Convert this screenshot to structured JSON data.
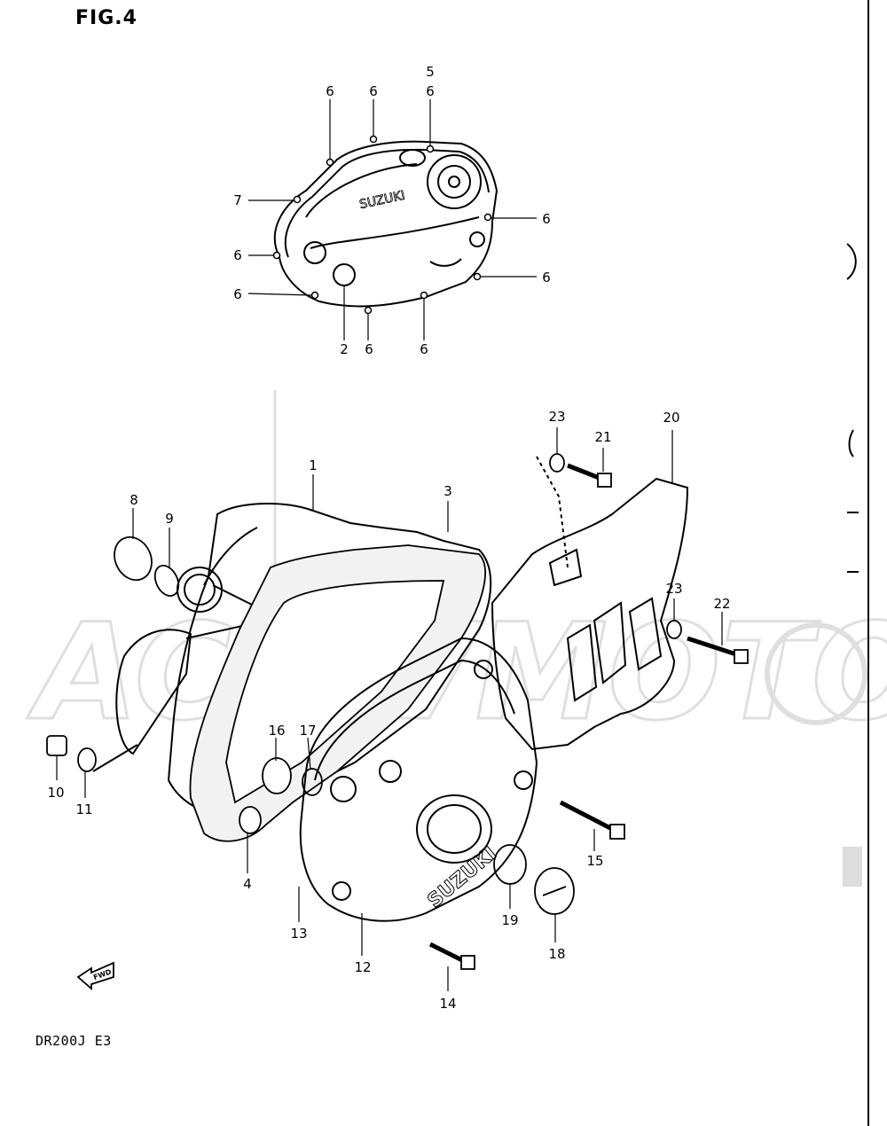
{
  "figure": {
    "title": "FIG.4",
    "model_code": "DR200J E3"
  },
  "logo": {
    "brand": "SUZUKI"
  },
  "fwd_label": "FWD",
  "watermark": {
    "text": "ACTIVMOTO"
  },
  "callouts": [
    {
      "id": "c5",
      "label": "5"
    },
    {
      "id": "c6a",
      "label": "6"
    },
    {
      "id": "c6b",
      "label": "6"
    },
    {
      "id": "c6c",
      "label": "6"
    },
    {
      "id": "c7",
      "label": "7"
    },
    {
      "id": "c6d",
      "label": "6"
    },
    {
      "id": "c6e",
      "label": "6"
    },
    {
      "id": "c6f",
      "label": "6"
    },
    {
      "id": "c6g",
      "label": "6"
    },
    {
      "id": "c2",
      "label": "2"
    },
    {
      "id": "c6h",
      "label": "6"
    },
    {
      "id": "c6i",
      "label": "6"
    },
    {
      "id": "c1",
      "label": "1"
    },
    {
      "id": "c3",
      "label": "3"
    },
    {
      "id": "c8",
      "label": "8"
    },
    {
      "id": "c9",
      "label": "9"
    },
    {
      "id": "c10",
      "label": "10"
    },
    {
      "id": "c11",
      "label": "11"
    },
    {
      "id": "c16",
      "label": "16"
    },
    {
      "id": "c17",
      "label": "17"
    },
    {
      "id": "c4",
      "label": "4"
    },
    {
      "id": "c13",
      "label": "13"
    },
    {
      "id": "c12",
      "label": "12"
    },
    {
      "id": "c19",
      "label": "19"
    },
    {
      "id": "c18",
      "label": "18"
    },
    {
      "id": "c14",
      "label": "14"
    },
    {
      "id": "c15",
      "label": "15"
    },
    {
      "id": "c20",
      "label": "20"
    },
    {
      "id": "c21",
      "label": "21"
    },
    {
      "id": "c23a",
      "label": "23"
    },
    {
      "id": "c23b",
      "label": "23"
    },
    {
      "id": "c22",
      "label": "22"
    }
  ]
}
